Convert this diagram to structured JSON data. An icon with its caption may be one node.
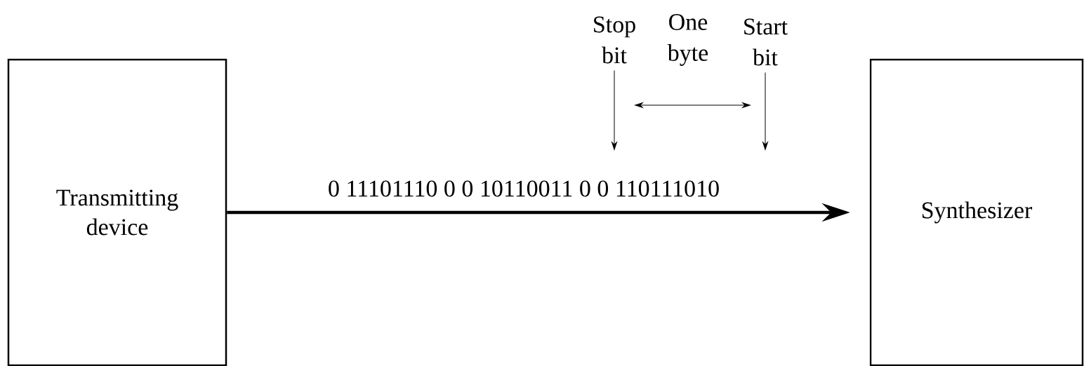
{
  "diagram": {
    "nodes": [
      {
        "text": [
          "Transmitting device"
        ]
      },
      {
        "text": [
          "Synthesizer"
        ]
      },
      {
        "text": [
          "Stop bit"
        ]
      },
      {
        "text": [
          "Start bit"
        ]
      }
    ],
    "edges": [
      {
        "from": 0,
        "to": 1,
        "arrow": "to",
        "label": "0 11101110 0 0 10110011 0 0 110111010",
        "style": "thick"
      },
      {
        "from": 2,
        "to": null,
        "arrow": "to"
      },
      {
        "from": 3,
        "to": null,
        "arrow": "to"
      }
    ],
    "labels": [
      "One byte"
    ]
  }
}
